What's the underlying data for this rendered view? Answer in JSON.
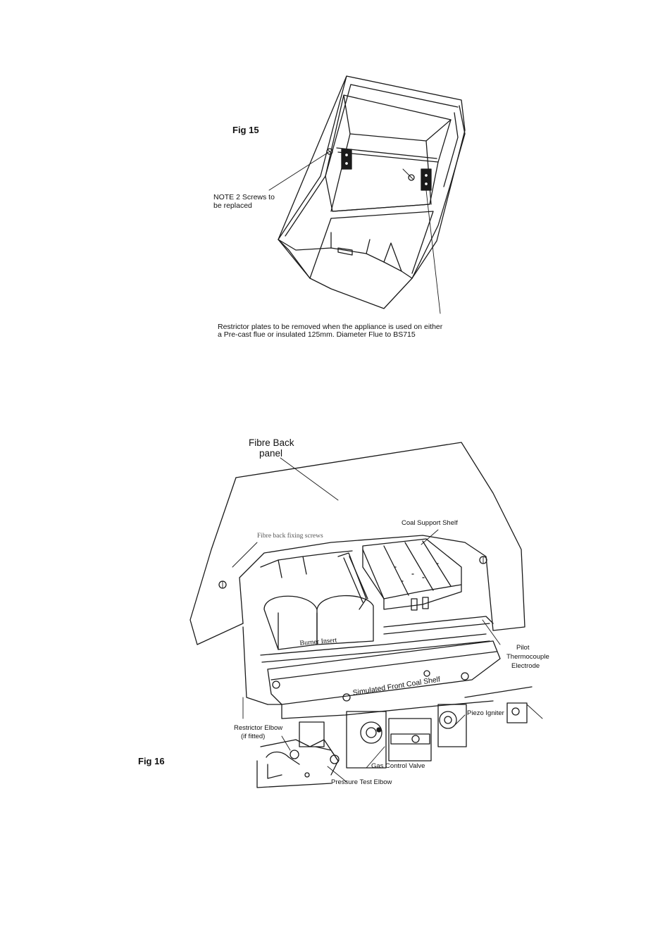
{
  "fig15": {
    "title": "Fig 15",
    "note_line1": "NOTE 2 Screws to",
    "note_line2": "be replaced",
    "caption_line1": "Restrictor plates to be removed when the appliance is used on either",
    "caption_line2": "a Pre-cast flue or insulated 125mm. Diameter Flue to BS715"
  },
  "fig16": {
    "title": "Fig 16",
    "fibre_back_line1": "Fibre Back",
    "fibre_back_line2": "panel",
    "coal_support_shelf": "Coal Support Shelf",
    "fibre_back_fixing_screws": "Fibre back fixing screws",
    "burner_insert": "Burner Insert",
    "pilot_line1": "Pilot",
    "pilot_line2": "Thermocouple",
    "pilot_line3": "Electrode",
    "simulated_front_coal_shelf": "Simulated Front Coal Shelf",
    "piezo_igniter": "Piezo Igniter",
    "restrictor_elbow_line1": "Restrictor Elbow",
    "restrictor_elbow_line2": "(if fitted)",
    "gas_control_valve": "Gas Control Valve",
    "pressure_test_elbow": "Pressure Test Elbow"
  }
}
